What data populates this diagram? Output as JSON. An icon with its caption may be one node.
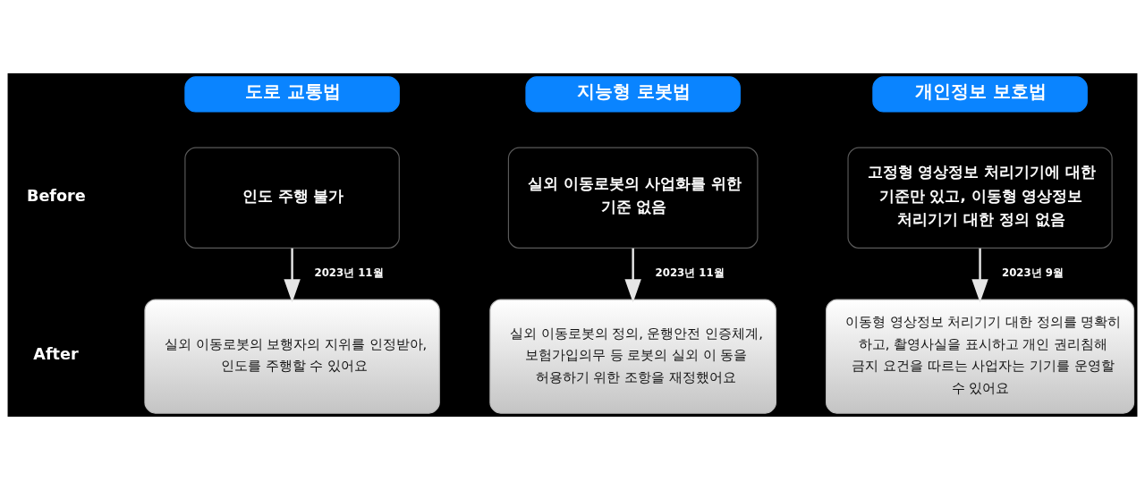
{
  "diagram": {
    "nodes": [
      {
        "text": [
          "도로 교통법"
        ]
      },
      {
        "text": [
          "지능형 로봇법"
        ]
      },
      {
        "text": [
          "개인정보 보호법"
        ]
      },
      {
        "text": [
          "인도 주행 불가"
        ]
      },
      {
        "text": [
          "실외 이동로봇의 사업화를 위한 기준 없음"
        ]
      },
      {
        "text": [
          "고정형 영상정보 처리기기에 대한 기준만 있고, 이동형 영상정보 처리기기 대한 정의 없음"
        ]
      },
      {
        "text": [
          "실외 이동로봇의 보행자의 지위를 인정받아, 인도를 주행할 수 있어요"
        ]
      },
      {
        "text": [
          "실외 이동로봇의 정의, 운행안전 인증체계, 보험가입의무 등 로봇의 실외 이 동을 허용하기 위한 조항을 재정했어요"
        ]
      },
      {
        "text": [
          "이동형 영상정보 처리기기 대한 정의를 명확히 하고, 촬영사실을 표시하고 개인 권리침해 금지 요건을 따르는 사업자는 기기를 운영할 수 있어요"
        ]
      }
    ],
    "edges": [
      {
        "from": 3,
        "to": 6,
        "arrow": "to",
        "label": "2023년 11월"
      },
      {
        "from": 4,
        "to": 7,
        "arrow": "to",
        "label": "2023년 11월"
      },
      {
        "from": 5,
        "to": 8,
        "arrow": "to",
        "label": "2023년 9월"
      }
    ],
    "labels": [
      "Before",
      "After"
    ]
  }
}
